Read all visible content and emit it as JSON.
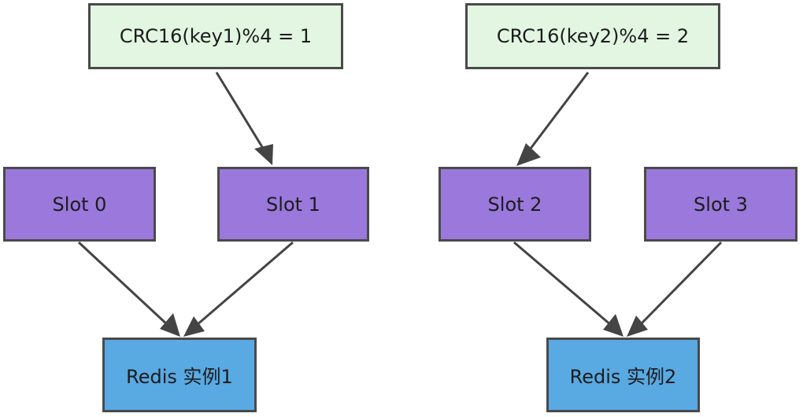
{
  "colors": {
    "hash_fill": "#e2f6e2",
    "slot_fill": "#9a78dc",
    "redis_fill": "#59a9e3",
    "border": "#4a4a4a",
    "arrow": "#444444"
  },
  "hashes": [
    {
      "label": "CRC16(key1)%4 = 1"
    },
    {
      "label": "CRC16(key2)%4 = 2"
    }
  ],
  "slots": [
    {
      "label": "Slot 0"
    },
    {
      "label": "Slot 1"
    },
    {
      "label": "Slot 2"
    },
    {
      "label": "Slot 3"
    }
  ],
  "instances": [
    {
      "label": "Redis 实例1"
    },
    {
      "label": "Redis 实例2"
    }
  ],
  "edges": [
    {
      "from": "hash-0",
      "to": "slot-1"
    },
    {
      "from": "hash-1",
      "to": "slot-2"
    },
    {
      "from": "slot-0",
      "to": "instance-0"
    },
    {
      "from": "slot-1",
      "to": "instance-0"
    },
    {
      "from": "slot-2",
      "to": "instance-1"
    },
    {
      "from": "slot-3",
      "to": "instance-1"
    }
  ]
}
